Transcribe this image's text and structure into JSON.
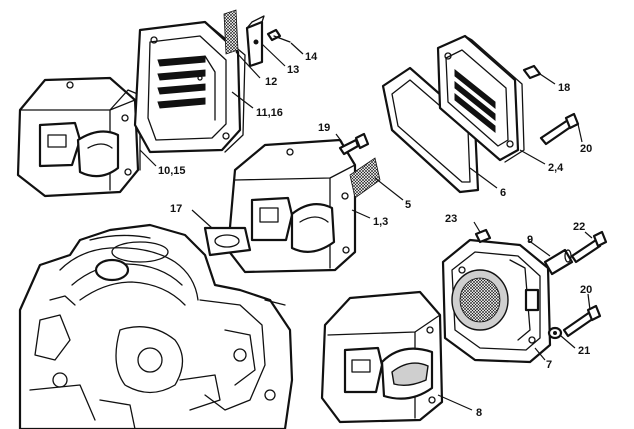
{
  "callouts": {
    "c14": "14",
    "c13": "13",
    "c12": "12",
    "c11_16": "11,16",
    "c10_15": "10,15",
    "c18": "18",
    "c20a": "20",
    "c2_4": "2,4",
    "c6": "6",
    "c19": "19",
    "c5": "5",
    "c1_3": "1,3",
    "c17": "17",
    "c23": "23",
    "c22": "22",
    "c9": "9",
    "c20b": "20",
    "c21": "21",
    "c7": "7",
    "c8": "8"
  },
  "colors": {
    "line": "#111111",
    "background": "#ffffff"
  }
}
